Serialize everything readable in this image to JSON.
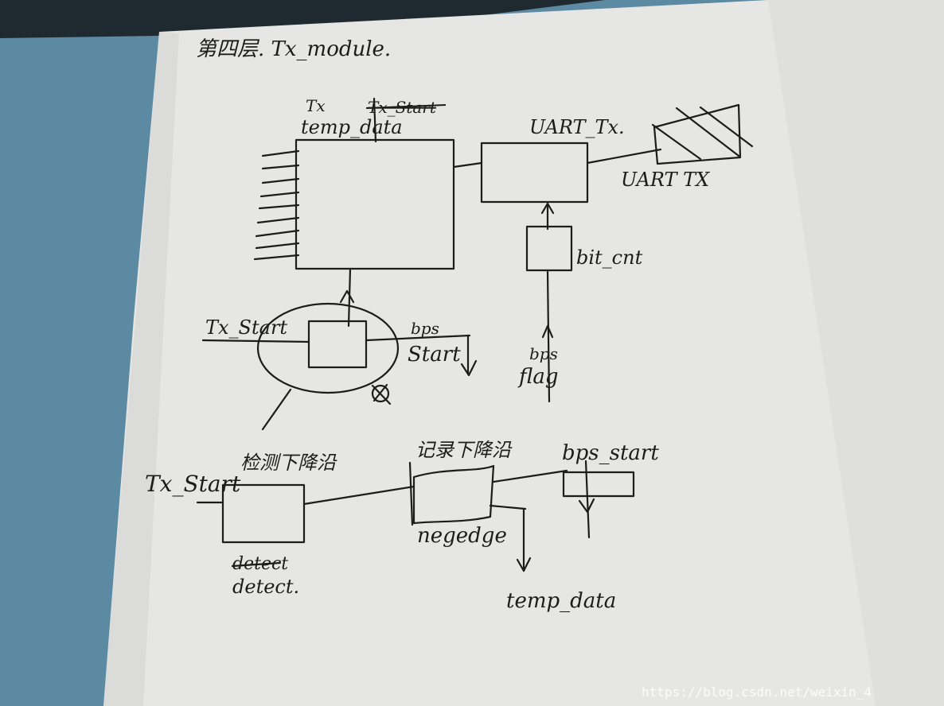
{
  "photo": {
    "colors": {
      "desk": "#5c8aa2",
      "paper": "#e6e6e4",
      "paper_shadow": "#cfd0cf",
      "ink": "#1c1c1c",
      "dark_edge": "#1f2a30",
      "watermark": "#ffffff"
    },
    "sketch": {
      "header": "第四层. Tx_module.",
      "top_block": {
        "label_tx": "Tx",
        "label_temp_data": "temp_data",
        "label_tx_start_struck": "Tx_Start"
      },
      "uart_block": {
        "label": "UART_Tx.",
        "output_label": "UART TX"
      },
      "bit_counter": {
        "label": "bit_cnt"
      },
      "bps_block": {
        "input_label": "Tx_Start",
        "output_label_1": "bps",
        "output_label_2": "Start"
      },
      "bps_flag": {
        "label_1": "bps",
        "label_2": "flag"
      },
      "bottom_chain": {
        "input_label": "Tx_Start",
        "detect_heading": "检测下降沿",
        "detect_label_struck": "detect",
        "detect_label": "detect.",
        "record_heading": "记录下降沿",
        "record_label": "negedge",
        "record_output": "temp_data",
        "bps_start_label": "bps_start"
      }
    },
    "watermark": "https://blog.csdn.net/weixin_4"
  }
}
